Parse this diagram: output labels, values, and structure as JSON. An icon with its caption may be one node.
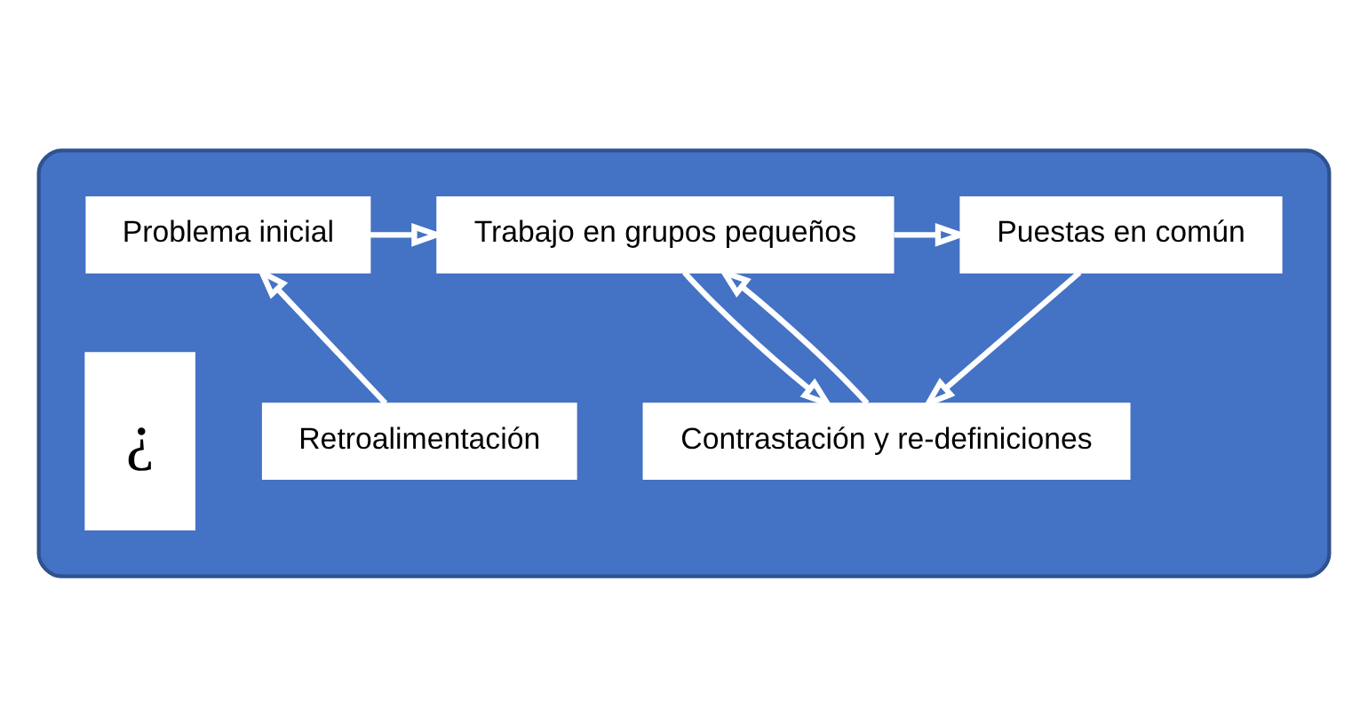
{
  "diagram": {
    "nodes": [
      {
        "text": [],
        "shape": "box"
      },
      {
        "text": [
          "Trabajo en grupos pequeños"
        ],
        "in": 0
      },
      {
        "text": [
          "Puestas en común"
        ],
        "in": 0
      },
      {
        "text": [
          "Contrastación y re-definiciones"
        ],
        "in": 0
      },
      {
        "text": [
          "Retroalimentación"
        ],
        "in": 0
      },
      {
        "text": [
          "Problema inicial"
        ],
        "in": 0
      },
      {
        "text": [
          "¿"
        ],
        "in": 0
      }
    ],
    "edges": [
      {
        "from": 5,
        "to": 1,
        "arrow": "to"
      },
      {
        "from": 1,
        "to": 2,
        "arrow": "to"
      },
      {
        "from": 2,
        "to": 3,
        "arrow": "to"
      },
      {
        "from": 1,
        "to": 3,
        "arrow": "to"
      },
      {
        "from": 3,
        "to": 1,
        "arrow": "to"
      },
      {
        "from": 4,
        "to": 5,
        "arrow": "to"
      }
    ]
  }
}
